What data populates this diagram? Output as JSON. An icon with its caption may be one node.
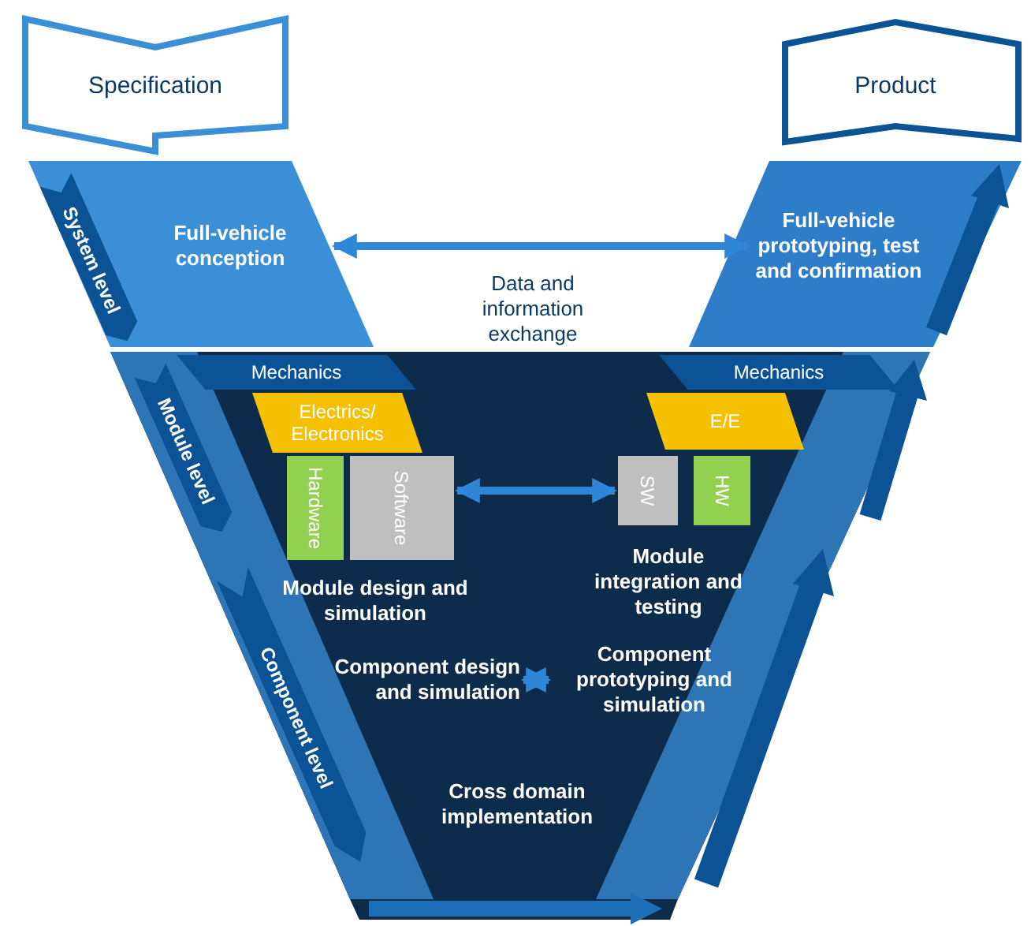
{
  "diagram": {
    "nodes": [
      {
        "text": [
          "Specification"
        ]
      },
      {
        "text": [
          "Product"
        ]
      },
      {
        "text": [
          "Full-vehicle conception"
        ]
      },
      {
        "text": [
          "Full-vehicle prototyping, test and confirmation"
        ]
      },
      {
        "text": [
          "Mechanics"
        ]
      },
      {
        "text": [
          "Electrics/ Electronics"
        ]
      },
      {
        "text": [
          "Hardware"
        ]
      },
      {
        "text": [
          "Software"
        ]
      },
      {
        "text": [
          "Module design and simulation"
        ]
      },
      {
        "text": [
          "Mechanics"
        ]
      },
      {
        "text": [
          "E/E"
        ]
      },
      {
        "text": [
          "SW"
        ]
      },
      {
        "text": [
          "HW"
        ]
      },
      {
        "text": [
          "Module integration and testing"
        ]
      },
      {
        "text": [
          "Component design and simulation"
        ]
      },
      {
        "text": [
          "Component prototyping and simulation"
        ]
      },
      {
        "text": [
          "Cross domain implementation"
        ]
      }
    ],
    "edges": [
      {
        "from": 2,
        "to": 3,
        "arrow": "both"
      },
      {
        "from": 7,
        "to": 11,
        "arrow": "both"
      },
      {
        "from": 14,
        "to": 15,
        "arrow": "both"
      }
    ],
    "labels": [
      "System level",
      "Data and information exchange",
      "Module level",
      "Component level"
    ]
  }
}
